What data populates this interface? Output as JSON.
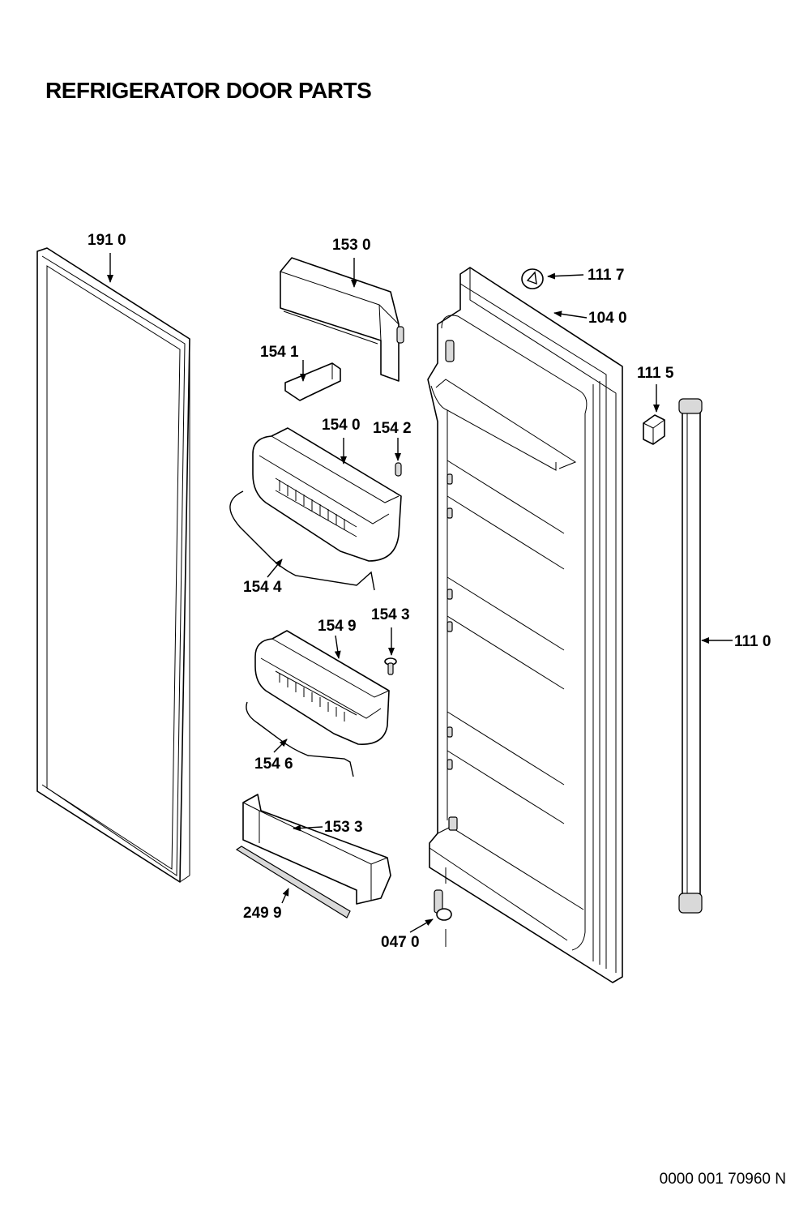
{
  "title": "REFRIGERATOR DOOR PARTS",
  "doc_id": "0000 001 70960 N",
  "callouts": [
    {
      "id": "gasket",
      "label": "191 0"
    },
    {
      "id": "shelf-cover",
      "label": "153 0"
    },
    {
      "id": "cover-clip",
      "label": "154 1"
    },
    {
      "id": "upper-bin",
      "label": "154 0"
    },
    {
      "id": "upper-bin-screw",
      "label": "154 2"
    },
    {
      "id": "upper-bin-rail",
      "label": "154 4"
    },
    {
      "id": "lower-bin",
      "label": "154 9"
    },
    {
      "id": "lower-bin-screw",
      "label": "154 3"
    },
    {
      "id": "lower-bin-rail",
      "label": "154 6"
    },
    {
      "id": "bottom-shelf",
      "label": "153 3"
    },
    {
      "id": "shelf-strip",
      "label": "249 9"
    },
    {
      "id": "hinge-pin",
      "label": "047 0"
    },
    {
      "id": "plug",
      "label": "111 7"
    },
    {
      "id": "door-liner",
      "label": "104 0"
    },
    {
      "id": "handle-cap",
      "label": "111 5"
    },
    {
      "id": "handle",
      "label": "111 0"
    }
  ]
}
